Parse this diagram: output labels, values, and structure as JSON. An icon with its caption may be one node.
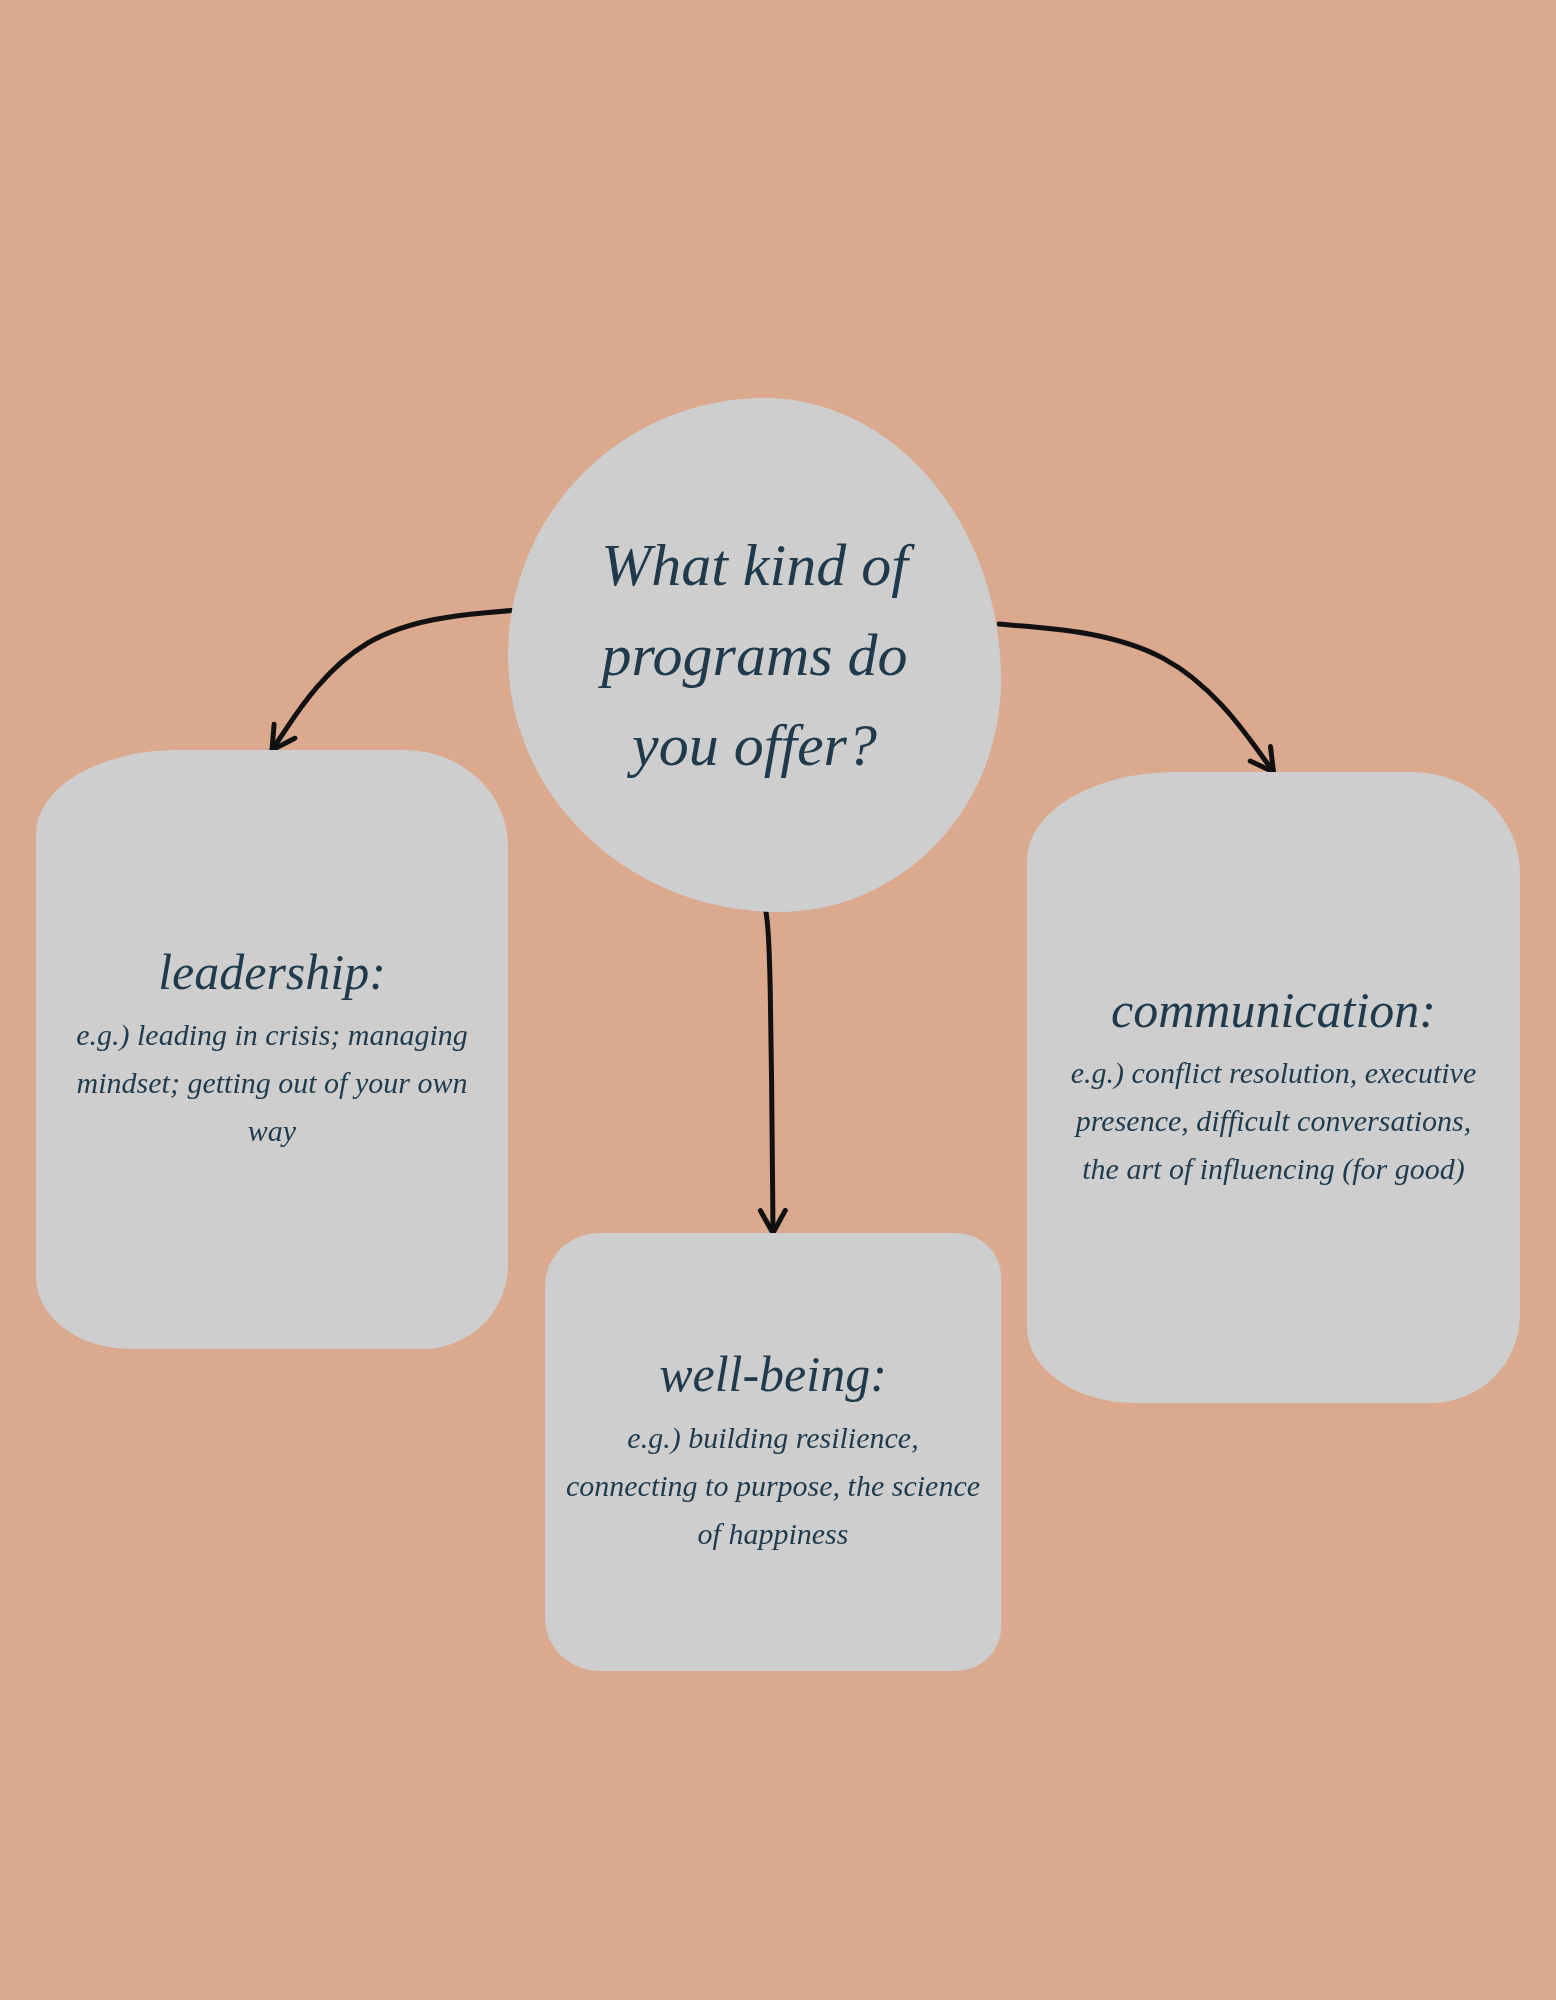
{
  "diagram": {
    "nodes": [
      {
        "text": [
          "What kind of programs do you offer?"
        ]
      },
      {
        "text": [
          "leadership:",
          "e.g.) leading in crisis; managing mindset; getting out of your own way"
        ]
      },
      {
        "text": [
          "well-being:",
          "e.g.) building resilience, connecting to purpose, the science of happiness"
        ]
      },
      {
        "text": [
          "communication:",
          "e.g.) conflict resolution, executive presence, difficult conversations, the art of influencing (for good)"
        ]
      }
    ],
    "edges": [
      {
        "from": 0,
        "to": 1,
        "arrow": "to"
      },
      {
        "from": 0,
        "to": 2,
        "arrow": "to"
      },
      {
        "from": 0,
        "to": 3,
        "arrow": "to"
      }
    ]
  }
}
